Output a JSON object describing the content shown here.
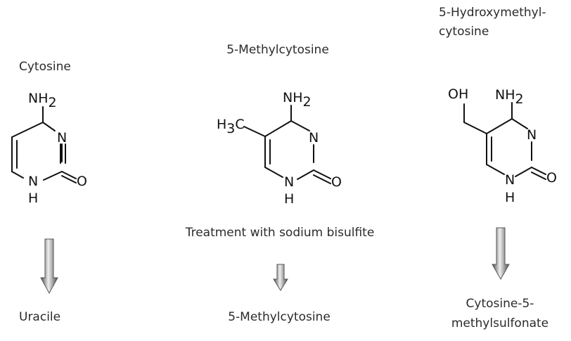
{
  "cytosine": {
    "name": "Cytosine",
    "product": "Uracile",
    "atoms": {
      "n_top": "N",
      "n_bottom": "N",
      "h": "H",
      "o": "O",
      "nh": "NH",
      "nh_sub": "2"
    }
  },
  "methylcytosine": {
    "name": "5-Methylcytosine",
    "product": "5-Methylcytosine",
    "atoms": {
      "n_top": "N",
      "n_bottom": "N",
      "h": "H",
      "o": "O",
      "nh": "NH",
      "nh_sub": "2",
      "methyl_h": "H",
      "methyl_sub": "3",
      "methyl_c": "C"
    }
  },
  "hydroxymethylcytosine": {
    "name_line1": "5-Hydroxymethyl-",
    "name_line2": "cytosine",
    "product_line1": "Cytosine-5-",
    "product_line2": "methylsulfonate",
    "atoms": {
      "n_top": "N",
      "n_bottom": "N",
      "h": "H",
      "o": "O",
      "nh": "NH",
      "nh_sub": "2",
      "oh": "OH"
    }
  },
  "treatment": "Treatment with sodium bisulfite"
}
